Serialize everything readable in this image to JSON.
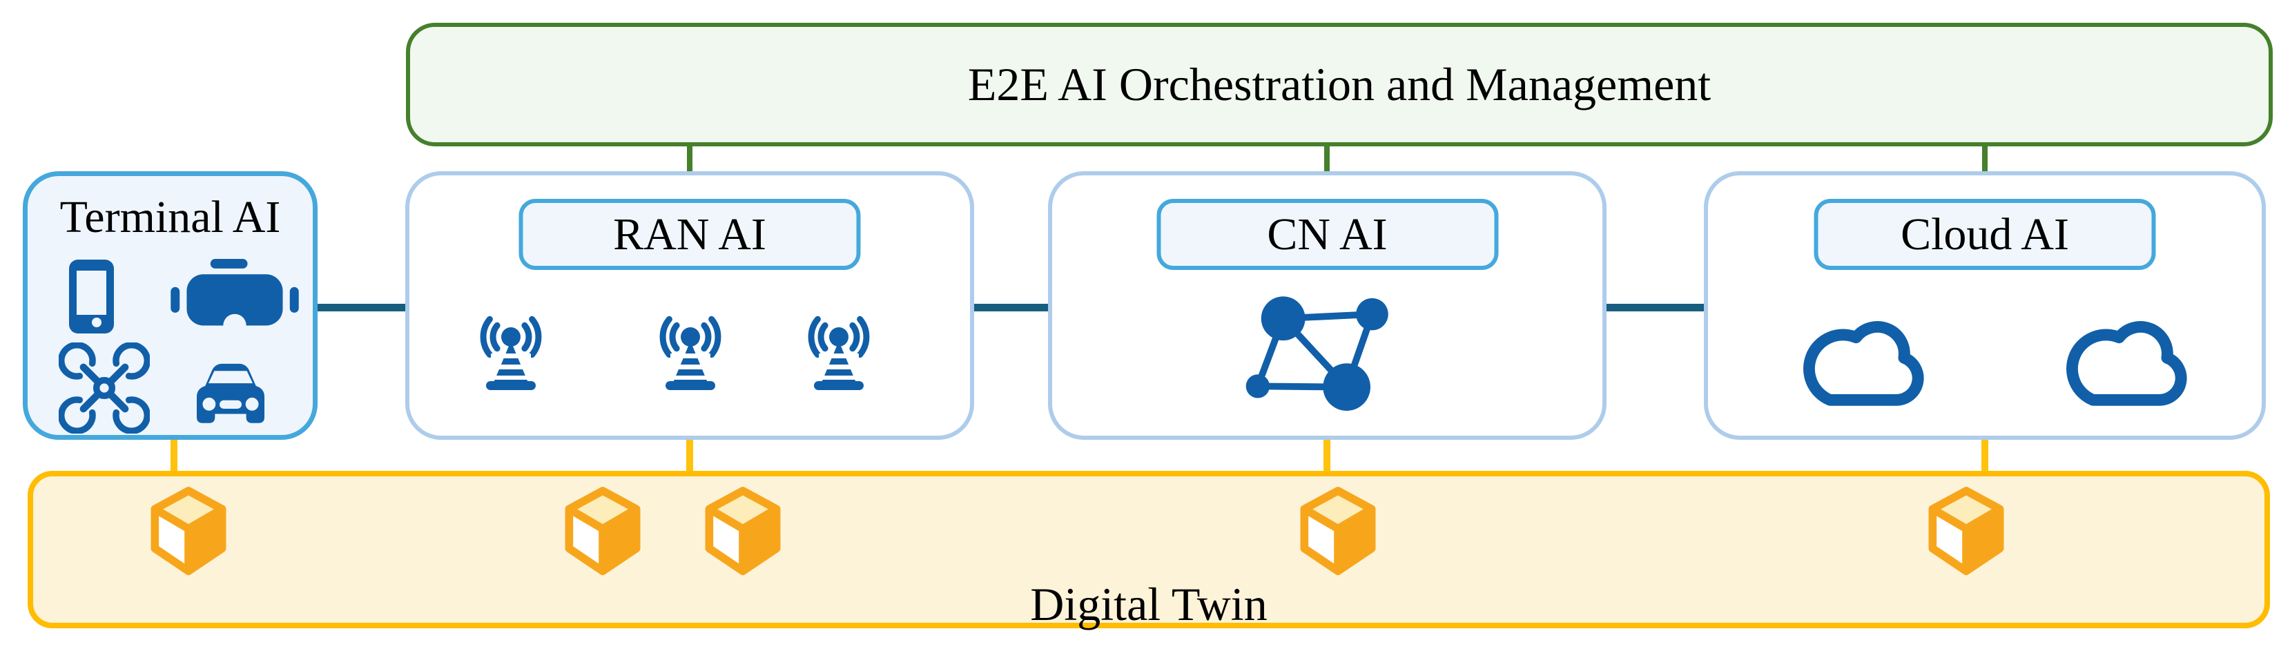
{
  "orchestration": {
    "label": "E2E AI Orchestration and Management"
  },
  "domains": [
    {
      "label": "Terminal AI",
      "icons": [
        "smartphone-icon",
        "vr-headset-icon",
        "drone-icon",
        "car-icon"
      ]
    },
    {
      "label": "RAN AI",
      "icons": [
        "antenna-tower-icon",
        "antenna-tower-icon",
        "antenna-tower-icon"
      ]
    },
    {
      "label": "CN AI",
      "icons": [
        "network-graph-icon"
      ]
    },
    {
      "label": "Cloud AI",
      "icons": [
        "cloud-icon",
        "cloud-icon"
      ]
    }
  ],
  "digital_twin": {
    "label": "Digital Twin",
    "cube_icon": "package-cube-icon",
    "cube_count": 5
  },
  "connectors": {
    "green_vertical_count": 3,
    "teal_horizontal_count": 3,
    "yellow_vertical_count": 4
  },
  "colors": {
    "orchestration_border": "#45802C",
    "orchestration_fill": "#F1F8EF",
    "panel_border": "#AECCEC",
    "accent_blue": "#45A8DC",
    "terminal_fill": "#EEF5FC",
    "label_pill_fill": "#F0F6FB",
    "icon_blue": "#115FA8",
    "link_teal": "#175E80",
    "twin_border": "#FFBC00",
    "twin_fill": "#FDF3D9",
    "yellow_connector": "#FFC20E",
    "cube_orange": "#F7A61C",
    "cube_top": "#FCEDBB"
  }
}
